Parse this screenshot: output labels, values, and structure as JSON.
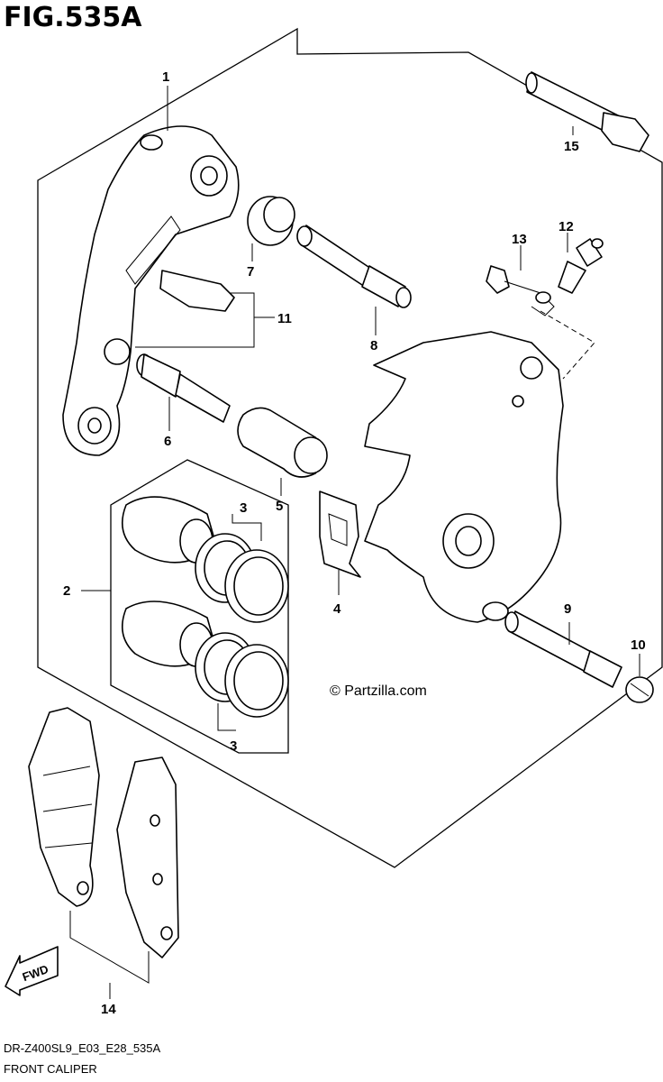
{
  "figure": {
    "title": "FIG.535A",
    "model_code": "DR-Z400SL9_E03_E28_535A",
    "caption": "FRONT CALIPER",
    "copyright": "© Partzilla.com",
    "fwd_label": "FWD"
  },
  "callouts": [
    {
      "id": "c1",
      "label": "1"
    },
    {
      "id": "c2",
      "label": "2"
    },
    {
      "id": "c3a",
      "label": "3"
    },
    {
      "id": "c3b",
      "label": "3"
    },
    {
      "id": "c4",
      "label": "4"
    },
    {
      "id": "c5",
      "label": "5"
    },
    {
      "id": "c6",
      "label": "6"
    },
    {
      "id": "c7",
      "label": "7"
    },
    {
      "id": "c8",
      "label": "8"
    },
    {
      "id": "c9",
      "label": "9"
    },
    {
      "id": "c10",
      "label": "10"
    },
    {
      "id": "c11",
      "label": "11"
    },
    {
      "id": "c12",
      "label": "12"
    },
    {
      "id": "c13",
      "label": "13"
    },
    {
      "id": "c14",
      "label": "14"
    },
    {
      "id": "c15",
      "label": "15"
    }
  ]
}
